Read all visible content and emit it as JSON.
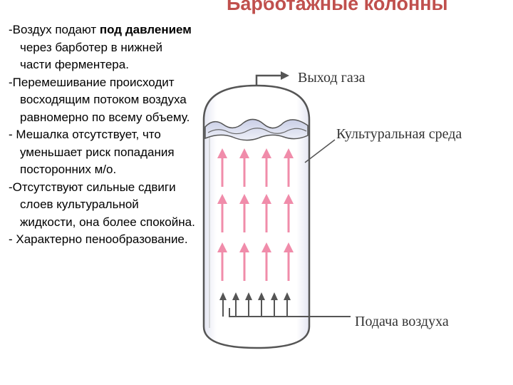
{
  "title": "Барботажные колонны",
  "bullets": [
    {
      "parts": [
        {
          "text": "-Воздух подают ",
          "bold": false
        },
        {
          "text": "под давлением",
          "bold": true
        },
        {
          "text": " через барботер в нижней части ферментера.",
          "bold": false
        }
      ]
    },
    {
      "parts": [
        {
          "text": "-Перемешивание происходит восходящим потоком воздуха равномерно по всему объему.",
          "bold": false
        }
      ]
    },
    {
      "parts": [
        {
          "text": "- Мешалка отсутствует, что уменьшает риск попадания посторонних м/о.",
          "bold": false
        }
      ]
    },
    {
      "parts": [
        {
          "text": "-Отсутствуют сильные сдвиги слоев культуральной жидкости, она более спокойна.",
          "bold": false
        }
      ]
    },
    {
      "parts": [
        {
          "text": "- Характерно пенообразование.",
          "bold": false
        }
      ]
    }
  ],
  "diagram": {
    "label_gas_out": "Выход газа",
    "label_medium": "Культуральная среда",
    "label_air_in": "Подача воздуха",
    "colors": {
      "outline": "#555555",
      "flow_arrow": "#f08caa",
      "air_arrow": "#555555",
      "liquid_top": "#d8dcf0",
      "title": "#c0504d"
    }
  }
}
